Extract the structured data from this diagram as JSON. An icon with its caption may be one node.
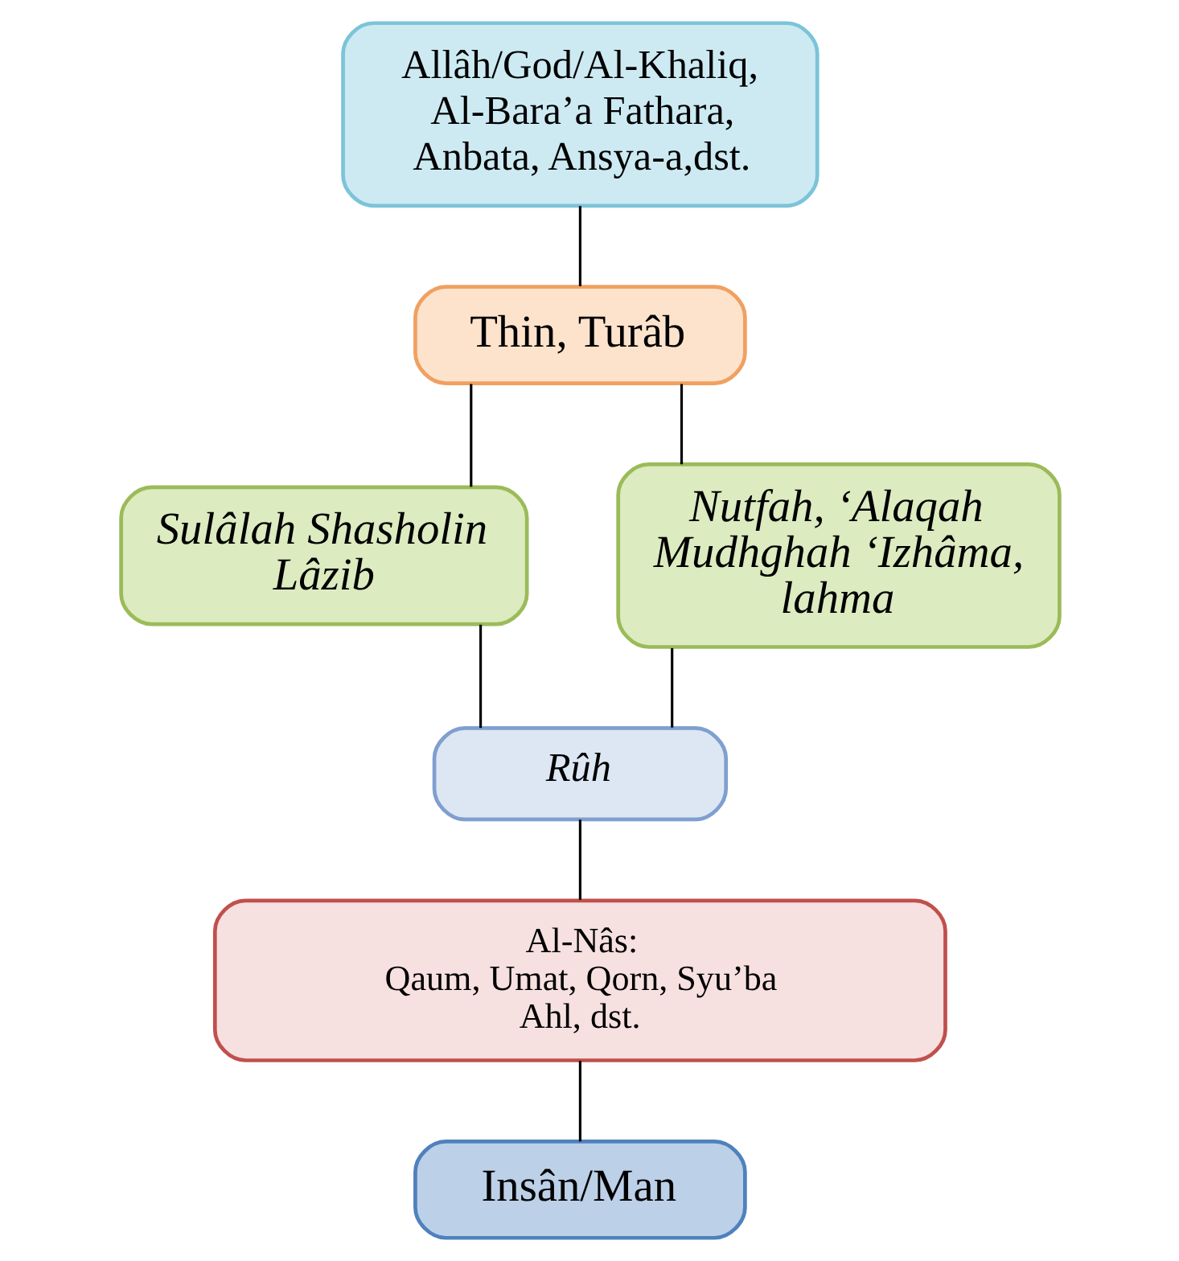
{
  "diagram": {
    "nodes": [
      {
        "text": [
          "Allâh/God/Al-Khaliq, Al-Bara’a Fathara, Anbata, Ansya-a,dst."
        ]
      },
      {
        "text": [
          "Thin, Turâb"
        ]
      },
      {
        "text": [
          "Sulâlah Shasholin Lâzib"
        ]
      },
      {
        "text": [
          "Nutfah, ‘Alaqah Mudhghah ‘Izhâma, lahma"
        ]
      },
      {
        "text": [
          "Rûh"
        ]
      },
      {
        "text": [
          "Al-Nâs:",
          "Qaum, Umat, Qorn, Syu’ba Ahl, dst."
        ]
      },
      {
        "text": [
          "Insân/Man"
        ]
      }
    ],
    "edges": [
      {
        "from": 0,
        "to": 1,
        "arrow": "none"
      },
      {
        "from": 1,
        "to": 2,
        "arrow": "none"
      },
      {
        "from": 1,
        "to": 3,
        "arrow": "none"
      },
      {
        "from": 2,
        "to": 4,
        "arrow": "none"
      },
      {
        "from": 3,
        "to": 4,
        "arrow": "none"
      },
      {
        "from": 4,
        "to": 5,
        "arrow": "none"
      },
      {
        "from": 5,
        "to": 6,
        "arrow": "none"
      }
    ]
  }
}
